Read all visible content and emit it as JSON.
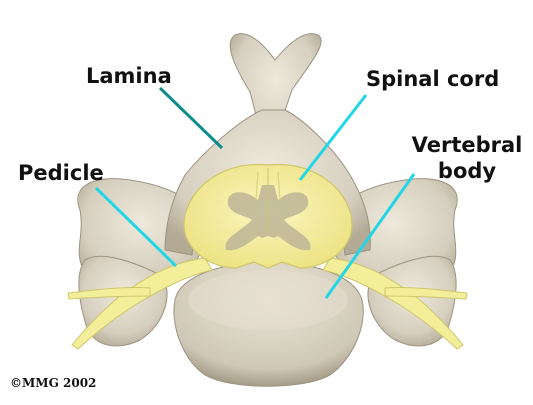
{
  "labels": {
    "lamina": "Lamina",
    "spinal_cord": "Spinal cord",
    "pedicle": "Pedicle",
    "vertebral_body_line1": "Vertebral",
    "vertebral_body_line2": "body"
  },
  "copyright": "©MMG 2002",
  "colors": {
    "bone": "#d9d3c4",
    "bone_shadow": "#a8a08d",
    "nerve": "#f3ee9a",
    "nerve_edge": "#cfc66a",
    "gray_matter": "#bdb596",
    "leader_line": "#0f8c8c",
    "leader_line_bright": "#22d6e6"
  }
}
